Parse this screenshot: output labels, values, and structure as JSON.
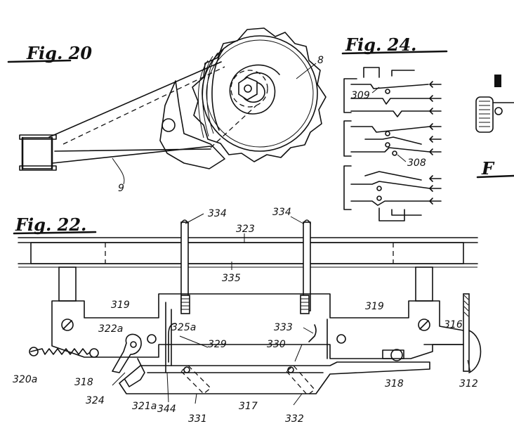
{
  "figures": {
    "fig20": "Fig. 20",
    "fig24": "Fig. 24.",
    "fig22": "Fig. 22.",
    "fig_partial": "F"
  },
  "labels": {
    "l8": "8",
    "l9": "9",
    "l309": "309",
    "l308": "308",
    "l334a": "334",
    "l334b": "334",
    "l323": "323",
    "l335": "335",
    "l319a": "319",
    "l319b": "319",
    "l322a": "322a",
    "l325a": "325a",
    "l329": "329",
    "l330": "330",
    "l333": "333",
    "l316": "316",
    "l320a": "320a",
    "l318a": "318",
    "l318b": "318",
    "l324": "324",
    "l321a": "321a",
    "l344": "344",
    "l317": "317",
    "l312": "312",
    "l331": "331",
    "l332": "332"
  }
}
